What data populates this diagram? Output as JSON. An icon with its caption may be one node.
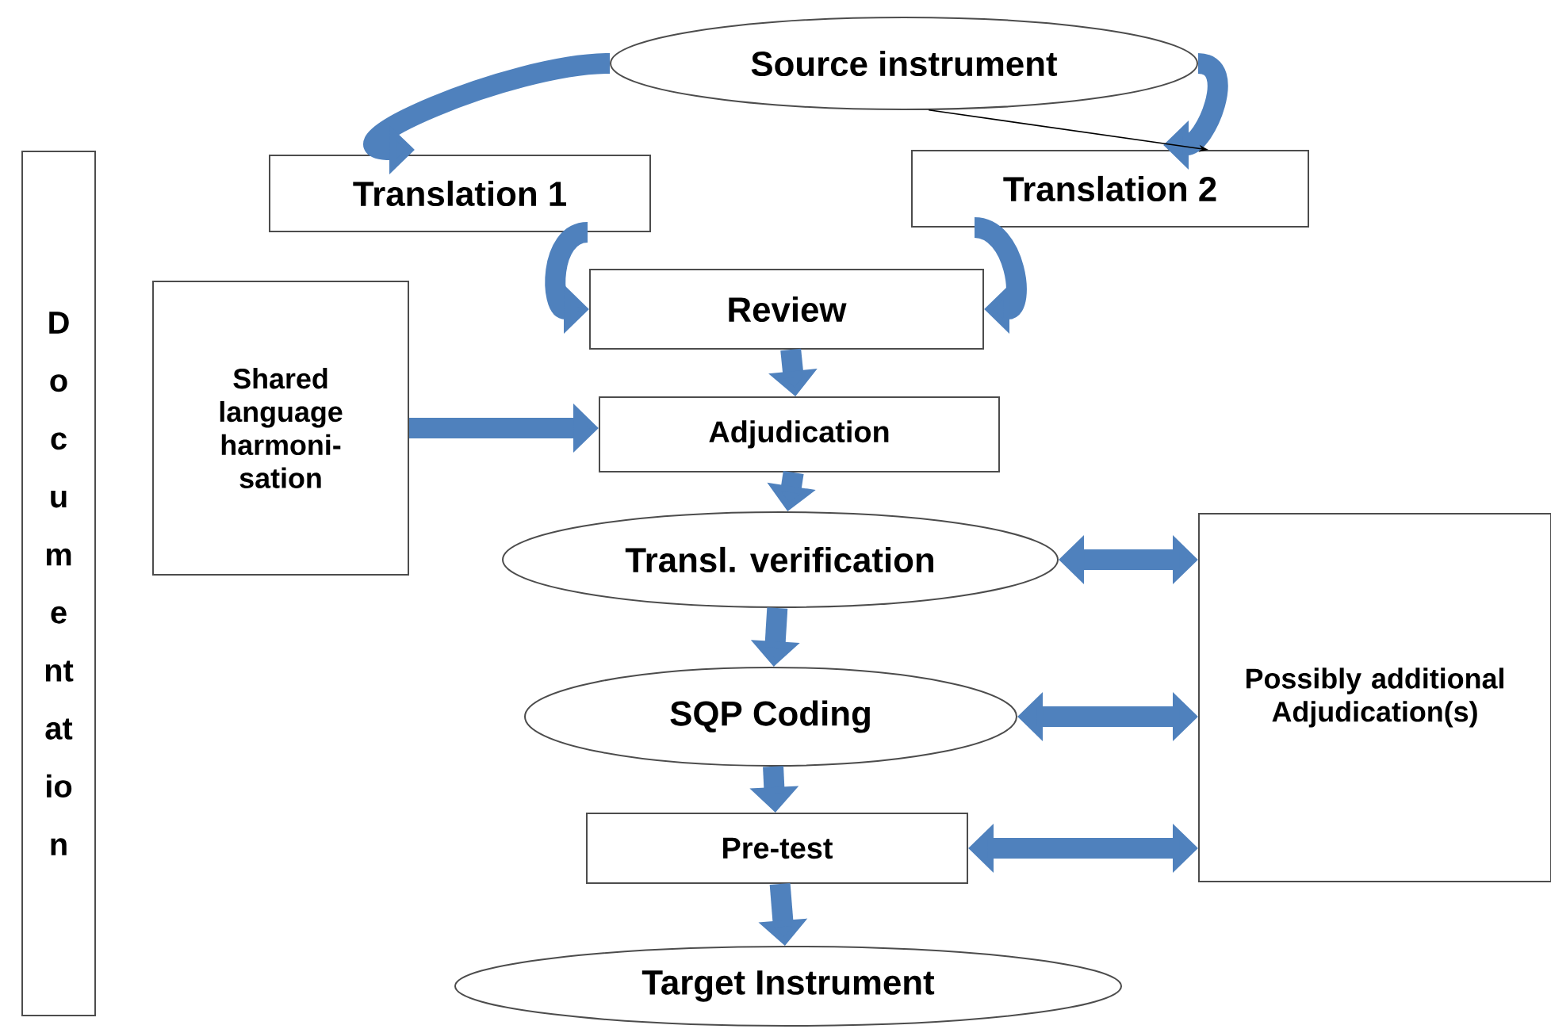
{
  "diagram": {
    "nodes": [
      {
        "text": [
          "Source instrument"
        ]
      },
      {
        "text": [
          "Translation 1"
        ]
      },
      {
        "text": [
          "Translation 2"
        ]
      },
      {
        "text": [
          "Review"
        ]
      },
      {
        "text": [
          "Shared language harmoni-sation"
        ]
      },
      {
        "text": [
          "Adjudication"
        ]
      },
      {
        "text": [
          "Transl. verification"
        ]
      },
      {
        "text": [
          "Possibly additional Adjudication(s)"
        ]
      },
      {
        "text": [
          "SQP Coding"
        ]
      },
      {
        "text": [
          "Pre-test"
        ]
      },
      {
        "text": [
          "Target Instrument"
        ]
      },
      {
        "text": [
          "Documentation"
        ]
      }
    ],
    "edges": [
      {
        "from": 0,
        "to": 1,
        "arrow": "to"
      },
      {
        "from": 0,
        "to": 2,
        "arrow": "to"
      },
      {
        "from": 0,
        "to": 2,
        "arrow": "to",
        "color": "#000000"
      },
      {
        "from": 1,
        "to": 3,
        "arrow": "to"
      },
      {
        "from": 2,
        "to": 3,
        "arrow": "to"
      },
      {
        "from": 3,
        "to": 5,
        "arrow": "to"
      },
      {
        "from": 4,
        "to": 5,
        "arrow": "to"
      },
      {
        "from": 5,
        "to": 6,
        "arrow": "to"
      },
      {
        "from": 6,
        "to": 8,
        "arrow": "to"
      },
      {
        "from": 8,
        "to": 9,
        "arrow": "to"
      },
      {
        "from": 9,
        "to": 10,
        "arrow": "to"
      },
      {
        "from": 6,
        "to": 7,
        "arrow": "both"
      },
      {
        "from": 8,
        "to": 7,
        "arrow": "both"
      },
      {
        "from": 9,
        "to": 7,
        "arrow": "both"
      }
    ]
  }
}
